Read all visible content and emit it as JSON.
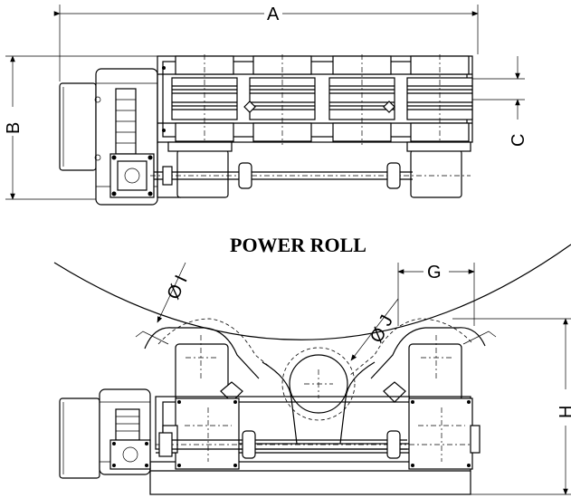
{
  "title": "POWER ROLL",
  "dimensions": {
    "a": "A",
    "b": "B",
    "c": "C",
    "g": "G",
    "h": "H",
    "i": "Ø I",
    "j": "Ø J"
  }
}
